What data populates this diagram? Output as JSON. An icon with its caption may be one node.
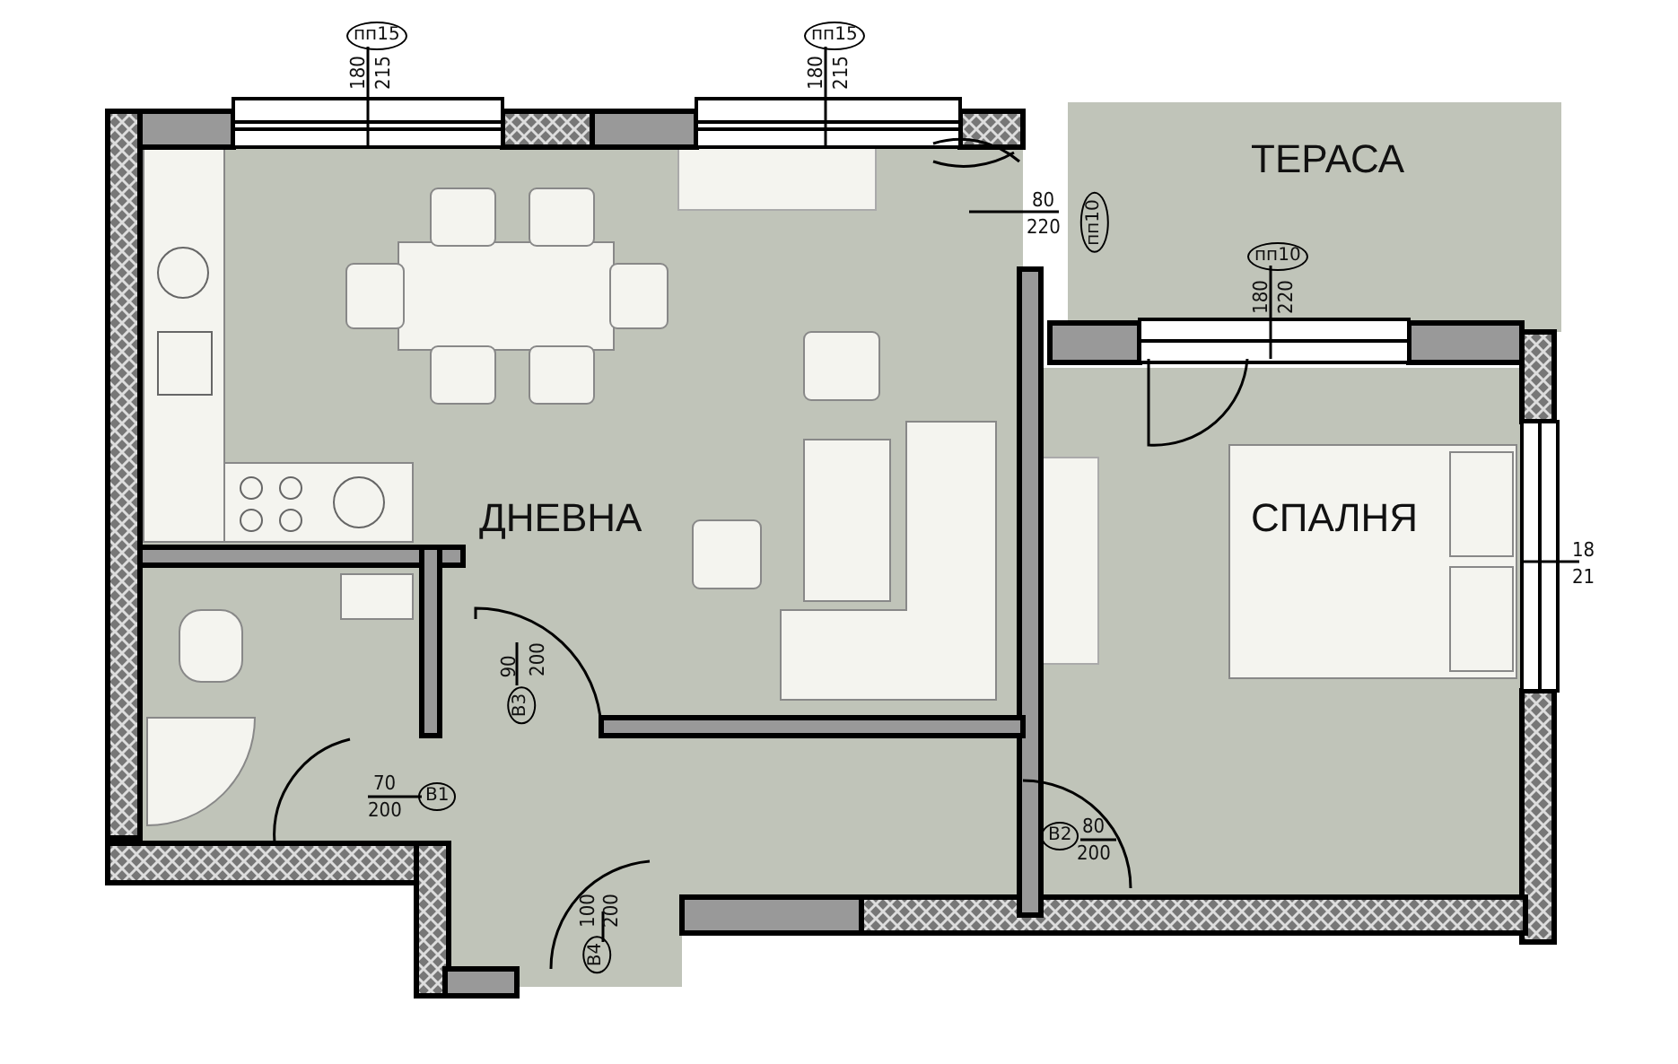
{
  "diagram": {
    "labels": [
      "пп15",
      "180",
      "215",
      "пп15",
      "180",
      "215",
      "ТЕРАСА",
      "80",
      "220",
      "пп10",
      "пп10",
      "180",
      "220",
      "ДНЕВНА",
      "СПАЛНЯ",
      "18",
      "21",
      "90",
      "200",
      "В3",
      "70",
      "200",
      "В1",
      "В2",
      "80",
      "200",
      "100",
      "200",
      "В4"
    ]
  }
}
